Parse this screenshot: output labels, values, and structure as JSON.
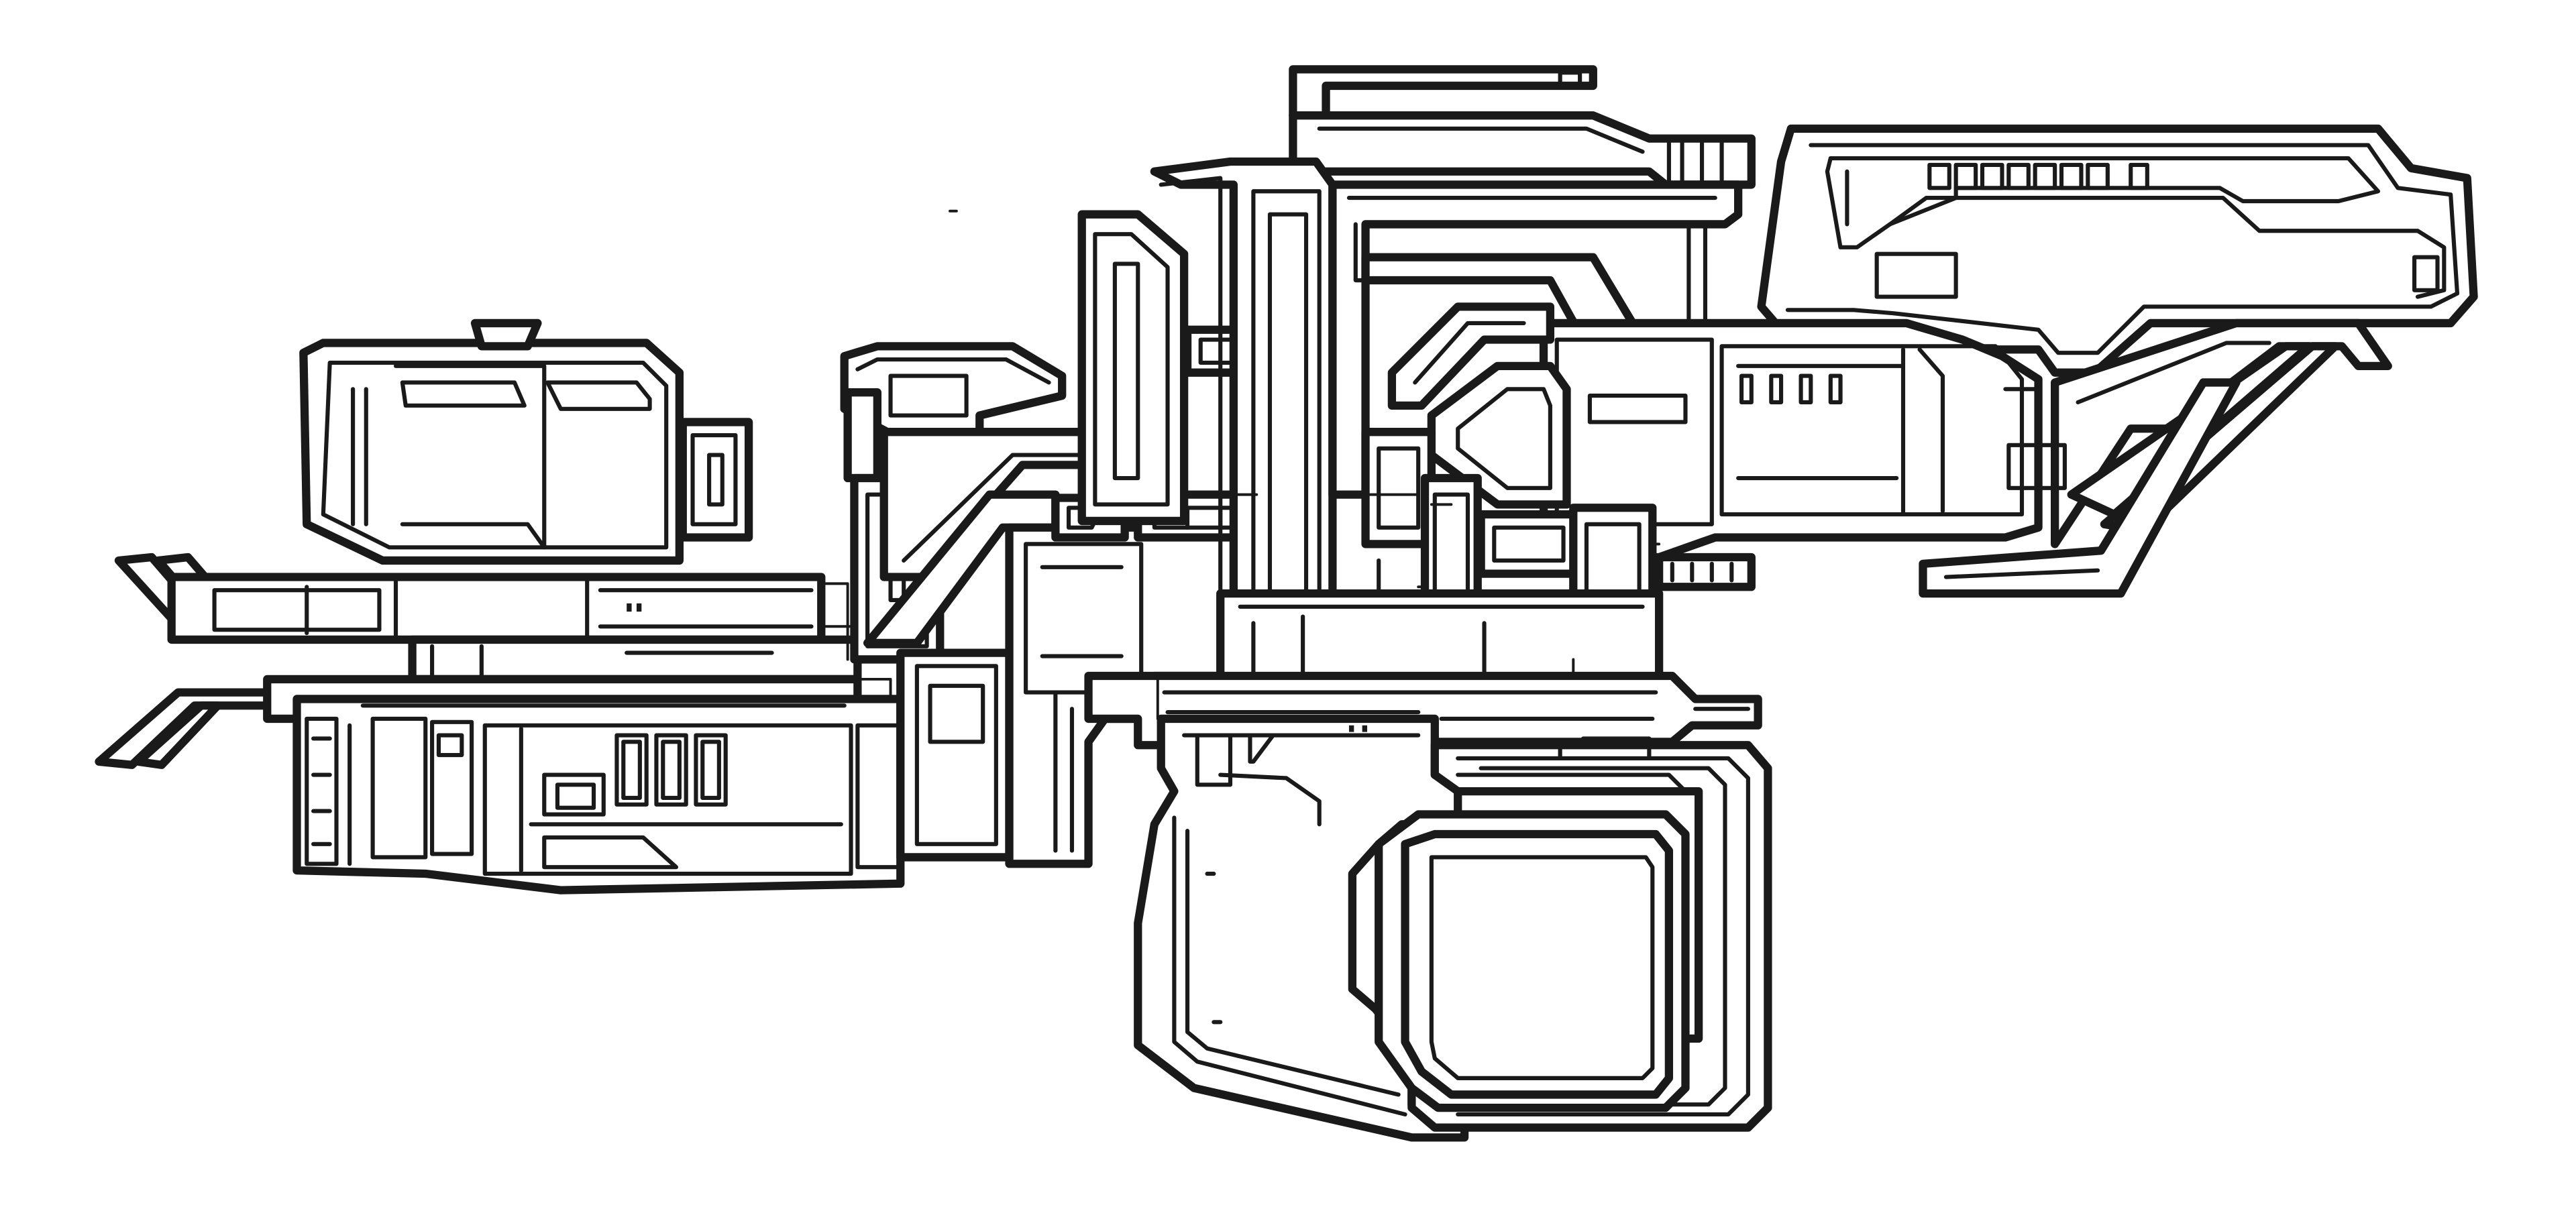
{
  "illustration": {
    "subject": "line-art-weapon",
    "style": "black ink outline on white",
    "colors": {
      "background": "#ffffff",
      "ink": "#1a1a1a"
    },
    "vent_slots_top_rail": 7,
    "vent_slots_receiver": 4,
    "vent_slots_lower_barrel": 3
  }
}
